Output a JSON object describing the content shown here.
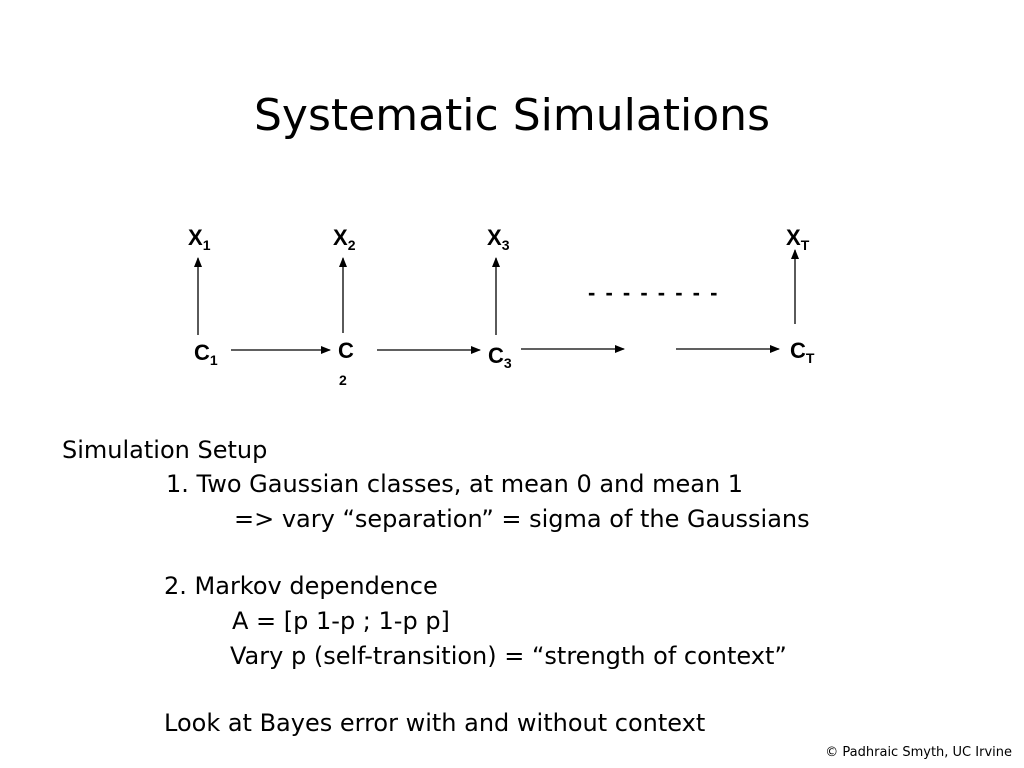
{
  "slide": {
    "title": "Systematic Simulations"
  },
  "diagram": {
    "observations": [
      {
        "base": "X",
        "sub": "1"
      },
      {
        "base": "X",
        "sub": "2"
      },
      {
        "base": "X",
        "sub": "3"
      },
      {
        "base": "X",
        "sub": "T"
      }
    ],
    "states": [
      {
        "base": "C",
        "sub": "1"
      },
      {
        "base": "C",
        "sub": "2"
      },
      {
        "base": "C",
        "sub": "3"
      },
      {
        "base": "C",
        "sub": "T"
      }
    ],
    "ellipsis": "- - - - - - - -"
  },
  "setup": {
    "heading": "Simulation Setup",
    "item1": "1. Two Gaussian classes, at mean 0 and mean 1",
    "item1_detail": "=> vary “separation” = sigma of the Gaussians",
    "item2": "2. Markov dependence",
    "item2_matrix": "A = [p  1-p ;  1-p  p]",
    "item2_detail": "Vary p (self-transition) = “strength of context”",
    "conclusion": "Look at Bayes error with and without context"
  },
  "footer": {
    "copyright": "© Padhraic Smyth, UC Irvine"
  }
}
